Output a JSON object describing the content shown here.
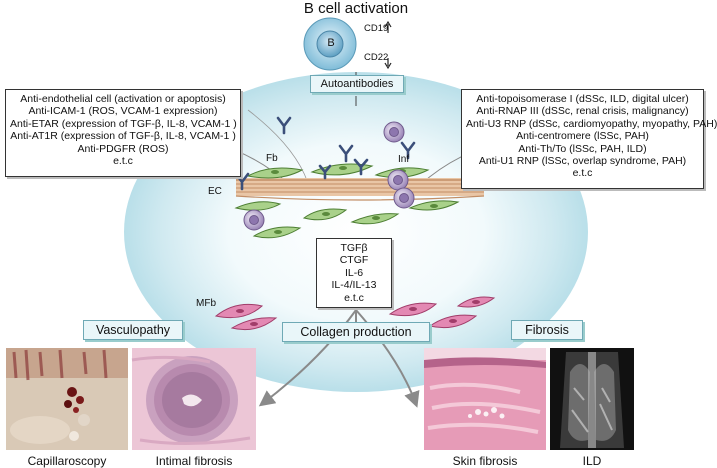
{
  "title": "B cell activation",
  "b_cell": {
    "label": "B",
    "cd19": "CD19",
    "cd22": "CD22"
  },
  "autoantibodies_label": "Autoantibodies",
  "left_box": [
    "Anti-endothelial cell (activation or apoptosis)",
    "Anti-ICAM-1 (ROS, VCAM-1 expression)",
    "Anti-ETAR (expression of TGF-β, IL-8, VCAM-1 )",
    "Anti-AT1R (expression of TGF-β, IL-8, VCAM-1 )",
    "Anti-PDGFR (ROS)",
    "e.t.c"
  ],
  "right_box": [
    "Anti-topoisomerase I (dSSc, ILD, digital ulcer)",
    "Anti-RNAP III (dSSc, renal crisis, malignancy)",
    "Anti-U3 RNP (dSSc, cardiomyopathy, myopathy, PAH)",
    "Anti-centromere (lSSc, PAH)",
    "Anti-Th/To (lSSc, PAH, ILD)",
    "Anti-U1 RNP (lSSc, overlap syndrome, PAH)",
    "e.t.c"
  ],
  "cell_labels": {
    "fb": "Fb",
    "inf": "Inf",
    "ec": "EC",
    "mfb": "MFb"
  },
  "cytokines": [
    "TGFβ",
    "CTGF",
    "IL-6",
    "IL-4/IL-13",
    "e.t.c"
  ],
  "outcomes": {
    "vasculopathy": "Vasculopathy",
    "collagen": "Collagen production",
    "fibrosis": "Fibrosis"
  },
  "captions": {
    "capillaroscopy": "Capillaroscopy",
    "intimal": "Intimal fibrosis",
    "skin": "Skin fibrosis",
    "ild": "ILD"
  }
}
